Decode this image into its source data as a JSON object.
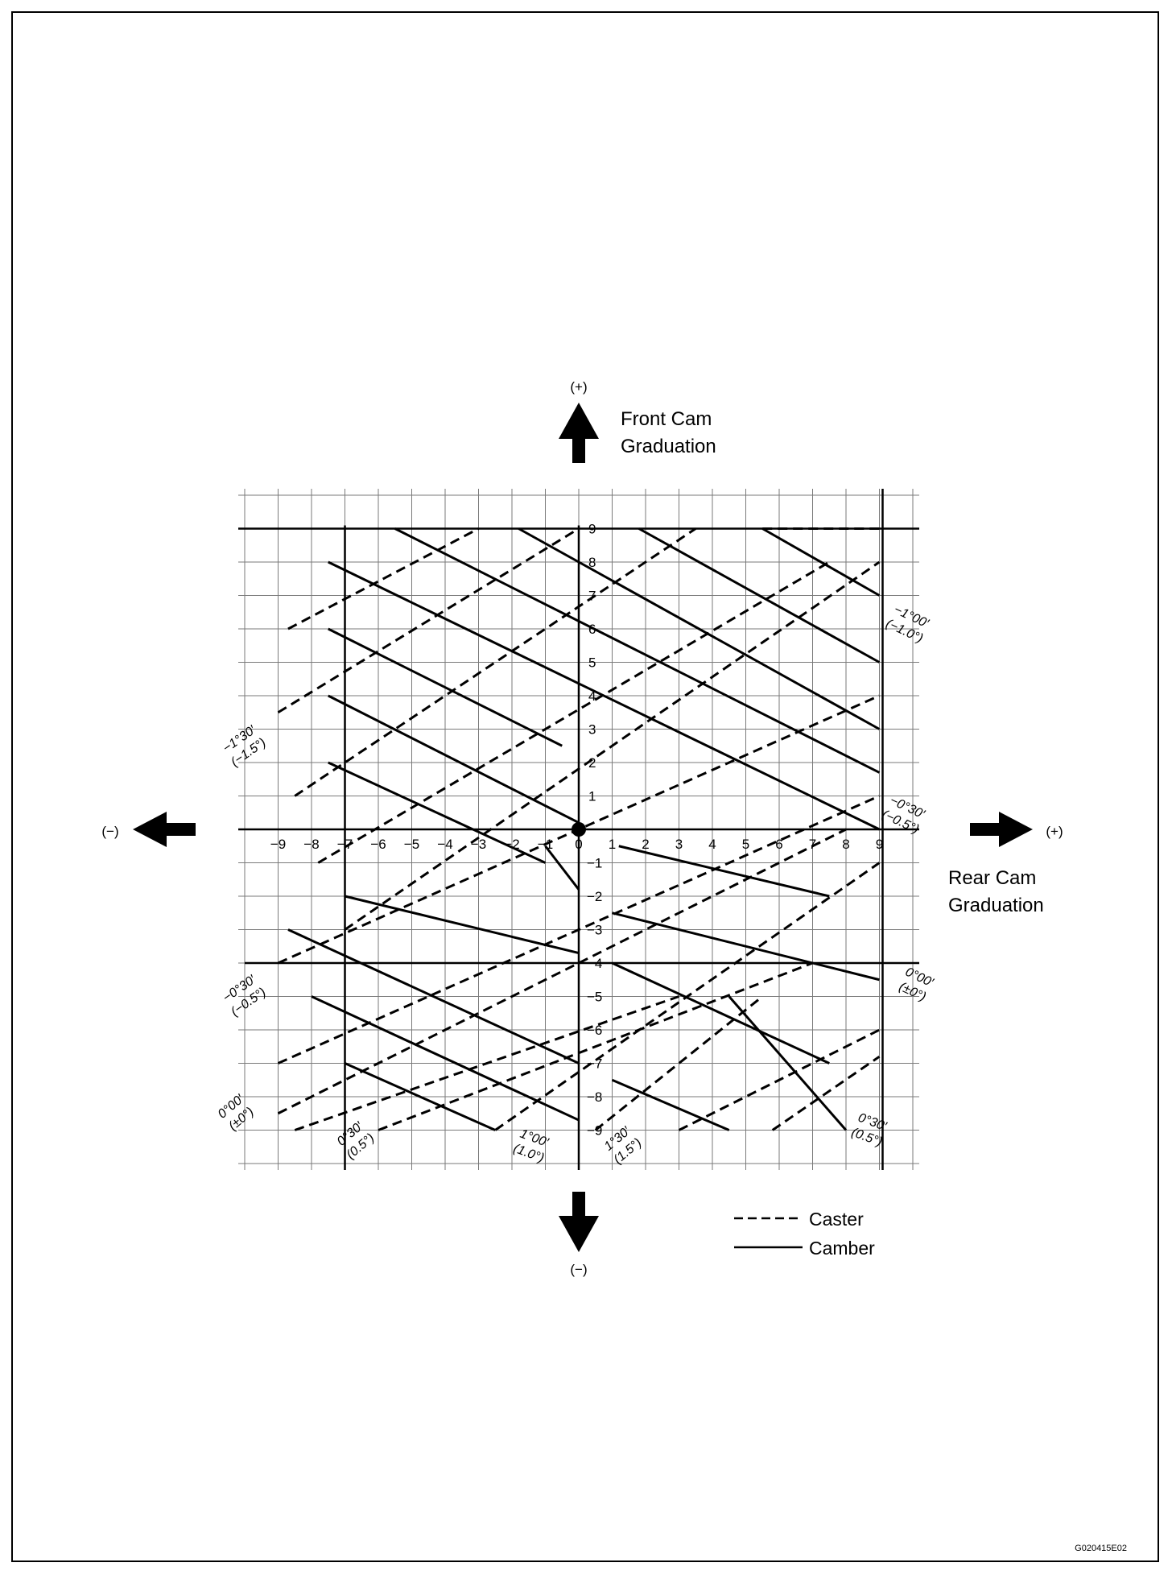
{
  "front_cam": {
    "plus": "(+)",
    "minus": "(−)",
    "label_line1": "Front Cam",
    "label_line2": "Graduation"
  },
  "rear_cam": {
    "plus": "(+)",
    "minus": "(−)",
    "label_line1": "Rear Cam",
    "label_line2": "Graduation"
  },
  "axis": {
    "x_ticks": [
      "−9",
      "−8",
      "−7",
      "−6",
      "−5",
      "−4",
      "−3",
      "−2",
      "−1",
      "0",
      "1",
      "2",
      "3",
      "4",
      "5",
      "6",
      "7",
      "8",
      "9"
    ],
    "y_ticks_pos": [
      "1",
      "2",
      "3",
      "4",
      "5",
      "6",
      "7",
      "8",
      "9"
    ],
    "y_ticks_neg": [
      "−1",
      "−2",
      "−3",
      "−4",
      "−5",
      "−6",
      "−7",
      "−8",
      "−9"
    ]
  },
  "annotations": {
    "left_upper": [
      "−1°30′",
      "(−1.5°)"
    ],
    "left_lower": [
      "−0°30′",
      "(−0.5°)"
    ],
    "right_top": [
      "−1°00′",
      "(−1.0°)"
    ],
    "right_mid": [
      "−0°30′",
      "(−0.5°)"
    ],
    "right_lower": [
      "0°00′",
      "(±0°)"
    ],
    "bottom_1": [
      "0°00′",
      "(±0°)"
    ],
    "bottom_2": [
      "0°30′",
      "(0.5°)"
    ],
    "bottom_3": [
      "1°00′",
      "(1.0°)"
    ],
    "bottom_4": [
      "1°30′",
      "(1.5°)"
    ],
    "bottom_5": [
      "0°30′",
      "(0.5°)"
    ]
  },
  "legend": {
    "caster": "Caster",
    "camber": "Camber"
  },
  "figure_code": "G020415E02"
}
